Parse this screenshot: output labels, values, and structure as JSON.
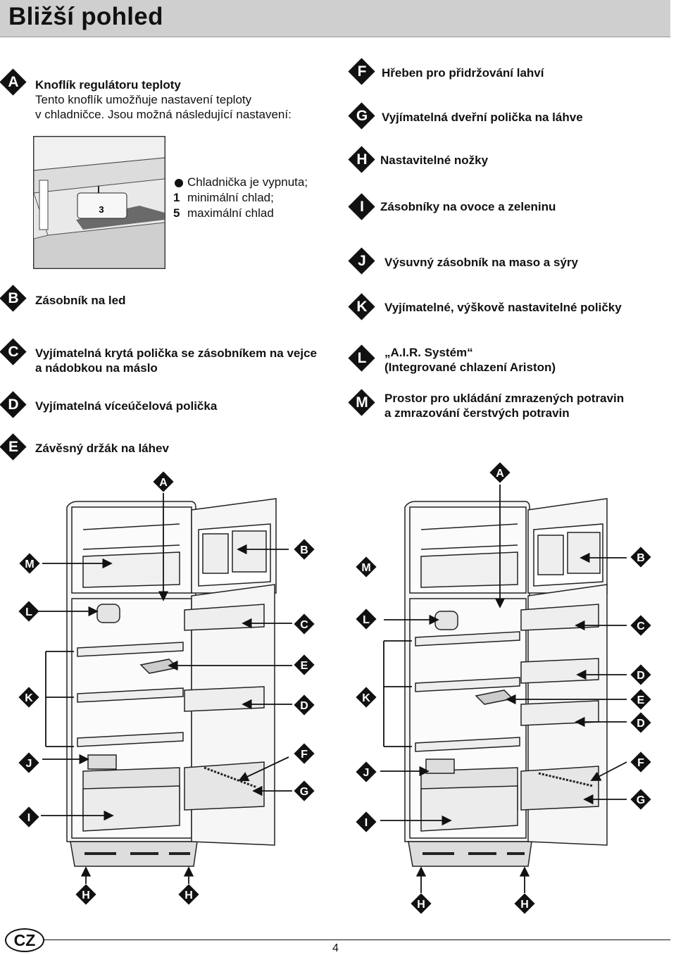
{
  "title": "Bližší pohled",
  "items": {
    "A": {
      "letter": "A",
      "title": "Knoflík regulátoru teploty",
      "desc1": "Tento knoflík umožňuje nastavení teploty",
      "desc2": "v chladničce. Jsou možná následující nastavení:"
    },
    "B": {
      "letter": "B",
      "text": "Zásobník na led"
    },
    "C": {
      "letter": "C",
      "line1": "Vyjímatelná krytá polička se zásobníkem na vejce",
      "line2": "a nádobkou na máslo"
    },
    "D": {
      "letter": "D",
      "text": "Vyjímatelná víceúčelová polička"
    },
    "E": {
      "letter": "E",
      "text": "Závěsný držák na láhev"
    },
    "F": {
      "letter": "F",
      "text": "Hřeben pro přidržování lahví"
    },
    "G": {
      "letter": "G",
      "text": "Vyjímatelná dveřní polička na láhve"
    },
    "H": {
      "letter": "H",
      "text": "Nastavitelné nožky"
    },
    "I": {
      "letter": "I",
      "text": "Zásobníky na ovoce a zeleninu"
    },
    "J": {
      "letter": "J",
      "text": "Výsuvný zásobník na maso a sýry"
    },
    "K": {
      "letter": "K",
      "text": "Vyjímatelné, výškově nastavitelné poličky"
    },
    "L": {
      "letter": "L",
      "line1": "„A.I.R. Systém“",
      "line2": "(Integrované chlazení Ariston)"
    },
    "M": {
      "letter": "M",
      "line1": "Prostor pro ukládání zmrazených potravin",
      "line2": "a zmrazování čerstvých potravin"
    }
  },
  "thermostat": {
    "dial_value": "3",
    "legend": [
      {
        "key": "",
        "text": "Chladnička je vypnuta;"
      },
      {
        "key": "1",
        "text": "minimální chlad;"
      },
      {
        "key": "5",
        "text": "maximální chlad"
      }
    ]
  },
  "diagram_callouts": {
    "A": "A",
    "B": "B",
    "C": "C",
    "D": "D",
    "E": "E",
    "F": "F",
    "G": "G",
    "H": "H",
    "I": "I",
    "J": "J",
    "K": "K",
    "L": "L",
    "M": "M"
  },
  "footer": {
    "country": "CZ",
    "page": "4"
  }
}
